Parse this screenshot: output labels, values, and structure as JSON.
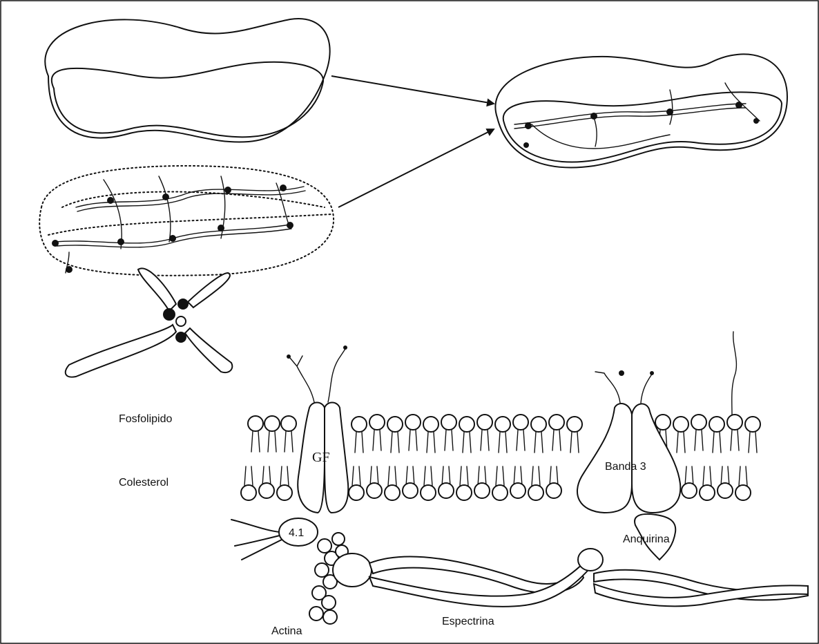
{
  "labels": {
    "fosfolipido": "Fosfolipido",
    "colesterol": "Colesterol",
    "banda3": "Banda 3",
    "protein41": "4.1",
    "anquirina": "Anquirina",
    "actina": "Actina",
    "espectrina": "Espectrina"
  },
  "colors": {
    "ink": "#111111",
    "background": "#ffffff"
  }
}
